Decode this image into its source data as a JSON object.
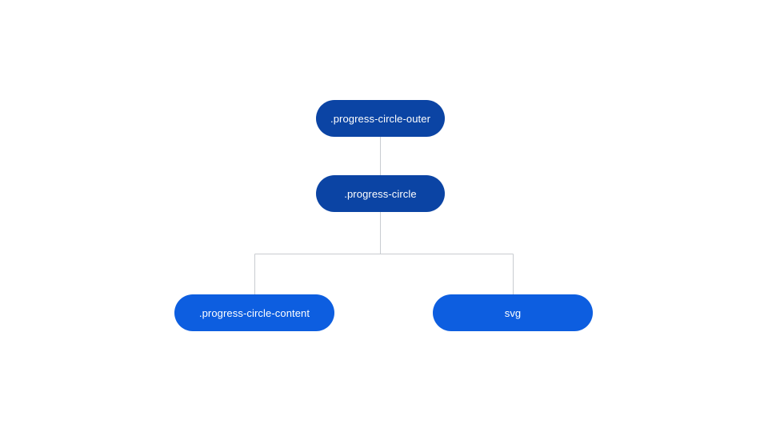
{
  "diagram": {
    "nodes": [
      {
        "id": "outer",
        "label": ".progress-circle-outer",
        "color": "#0b44a4"
      },
      {
        "id": "circle",
        "label": ".progress-circle",
        "color": "#0b44a4"
      },
      {
        "id": "content",
        "label": ".progress-circle-content",
        "color": "#0d5ee0"
      },
      {
        "id": "svg",
        "label": "svg",
        "color": "#0d5ee0"
      }
    ],
    "edges": [
      {
        "from": "outer",
        "to": "circle"
      },
      {
        "from": "circle",
        "to": "content"
      },
      {
        "from": "circle",
        "to": "svg"
      }
    ],
    "connector_color": "#c9ccd1"
  }
}
